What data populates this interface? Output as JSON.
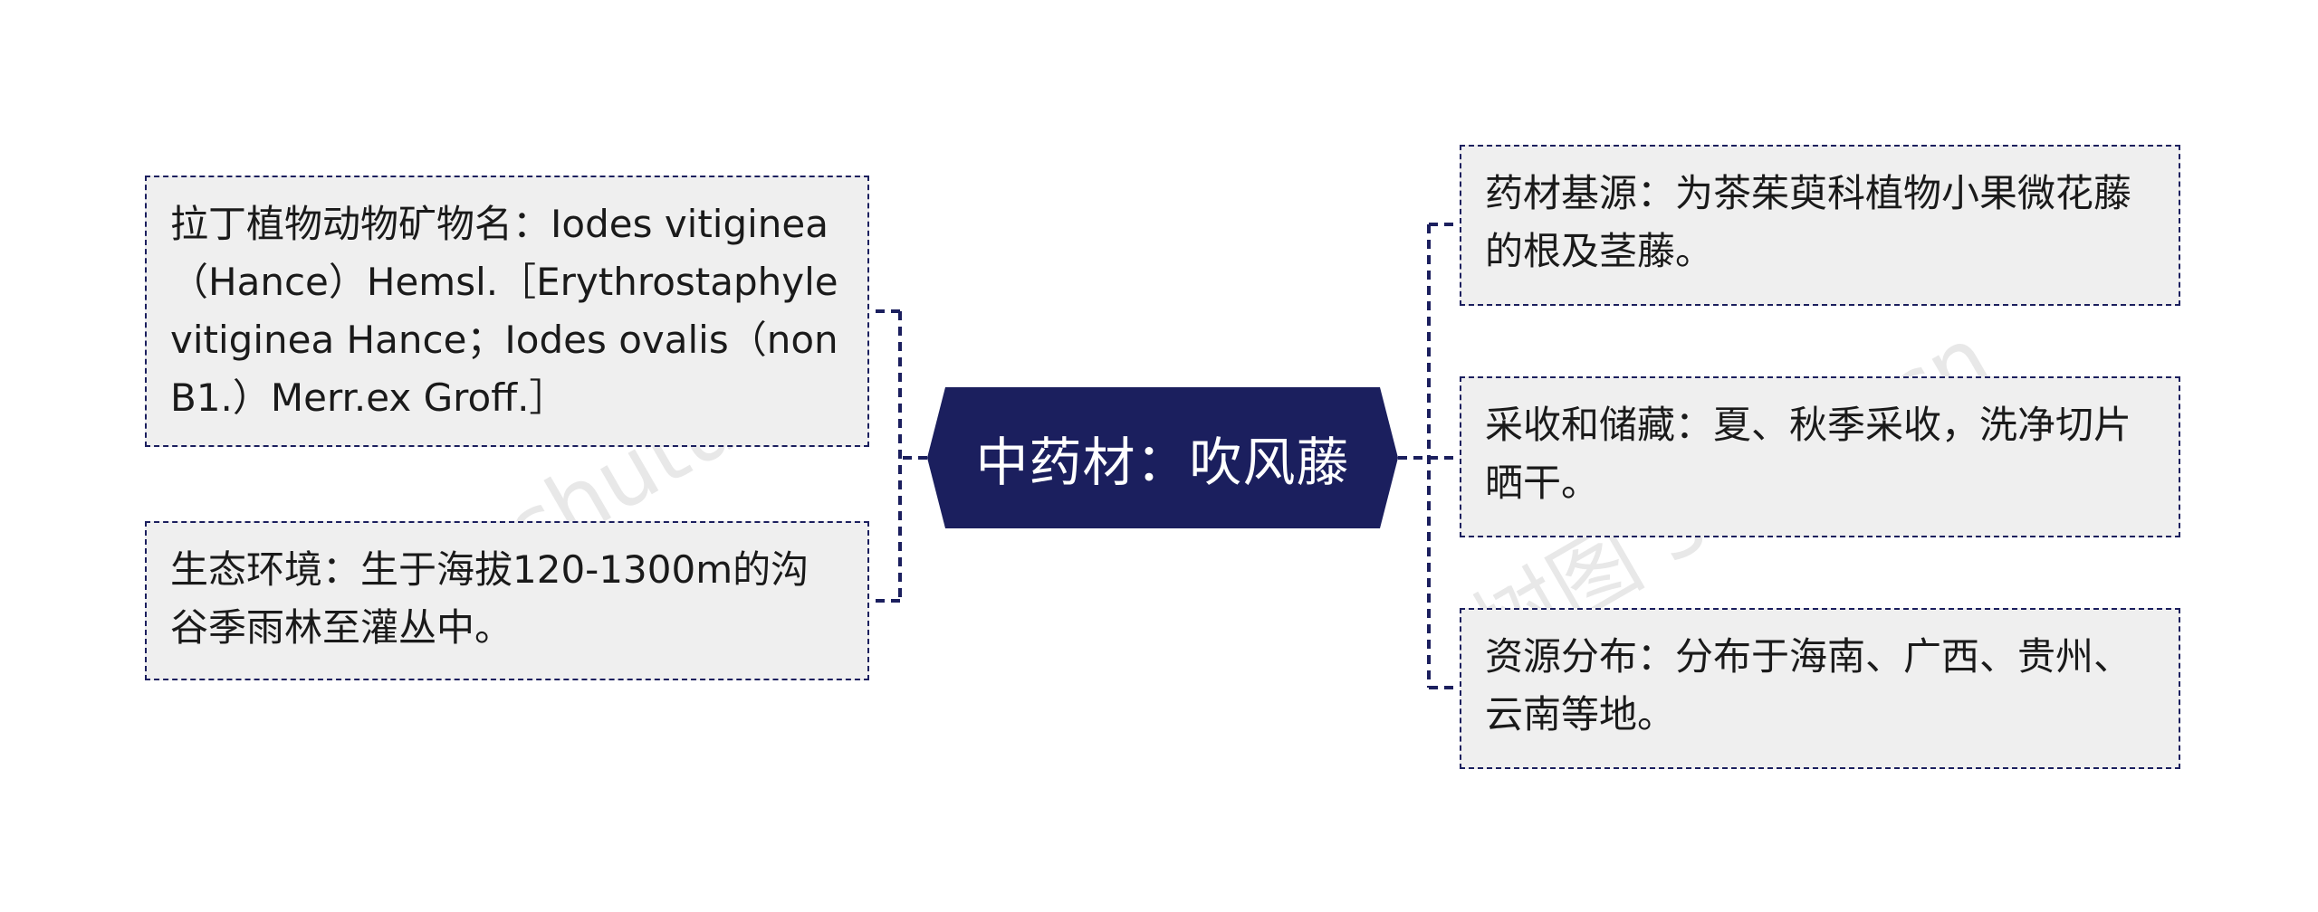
{
  "center": {
    "label": "中药材：吹风藤"
  },
  "left_nodes": [
    {
      "text": "拉丁植物动物矿物名：Iodes vitiginea（Hance）Hemsl.［Erythrostaphyle vitiginea Hance；Iodes ovalis（nonB1.）Merr.ex Groff.］"
    },
    {
      "text": "生态环境：生于海拔120-1300m的沟谷季雨林至灌丛中。"
    }
  ],
  "right_nodes": [
    {
      "text": "药材基源：为茶茱萸科植物小果微花藤的根及茎藤。"
    },
    {
      "text": "采收和储藏：夏、秋季采收，洗净切片晒干。"
    },
    {
      "text": "资源分布：分布于海南、广西、贵州、云南等地。"
    }
  ],
  "watermarks": [
    "树图 shutu.cn",
    "树图 shutu.cn"
  ],
  "colors": {
    "center_fill": "#1b1f5e",
    "node_fill": "#efefef",
    "border": "#1b1f5e"
  }
}
